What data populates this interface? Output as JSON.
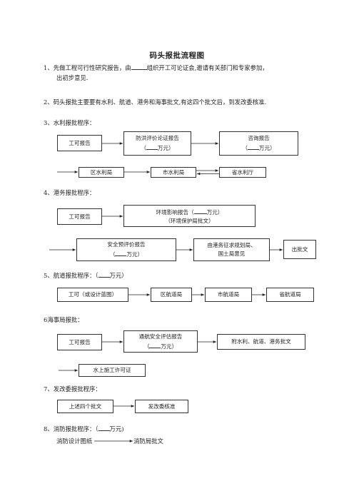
{
  "title": "码头报批流程图",
  "items": {
    "i1_line1_a": "1、先做工程可行性研究报告，由",
    "i1_line1_b": "组织开工可论证会,邀请有关部门和专家参加，",
    "i1_line2": "出初步意见.",
    "i2": "2、码头报批主要要有水利、航道、港务和海事批文,有这四个批文后，到发改委核准.",
    "i3": "3、水利报批程序：",
    "i4": "4、港务报批程序：",
    "i5_a": "5、航道报批程序：（",
    "i5_b": "万元）",
    "i6": "6海事局报批：",
    "i7": "7、发改委报批程序：",
    "i8_a": "8、消防报批程序：（",
    "i8_b": "万元)",
    "i8_flow_from": "消防设计图纸",
    "i8_flow_to": "消防局批文"
  },
  "water": {
    "gong_ke": "工可报告",
    "flood_line1": "防洪评价论证报告",
    "flood_line2_a": "（",
    "flood_line2_b": "万元）",
    "consult_line1": "咨询报告",
    "consult_line2_a": "（",
    "consult_line2_b": "万元）",
    "district": "区水利局",
    "city": "市水利局",
    "province": "省水利厅"
  },
  "port": {
    "gong_ke": "工可报告",
    "env_line1_a": "环境影响报告（",
    "env_line1_b": "万元）",
    "env_line2": "（环境保护局批文）",
    "safety_line1": "安全预评价报告",
    "safety_line2_a": "（",
    "safety_line2_b": "万元）",
    "planning_line1": "由港务征求规划局、",
    "planning_line2": "国土局意见",
    "approval": "出批文"
  },
  "channel": {
    "start": "工可（或设计蓝图）",
    "district": "区航道局",
    "city": "市航道局",
    "province": "省航道局"
  },
  "maritime": {
    "gong_ke": "工可报告",
    "nav_line1": "通航安全评估报告",
    "nav_line2_a": "（",
    "nav_line2_b": "万元）",
    "attach": "附水利、航道、港务批文",
    "permit": "水上施工许可证"
  },
  "ndrc": {
    "from": "上述四个批文",
    "to": "发改委核准"
  }
}
